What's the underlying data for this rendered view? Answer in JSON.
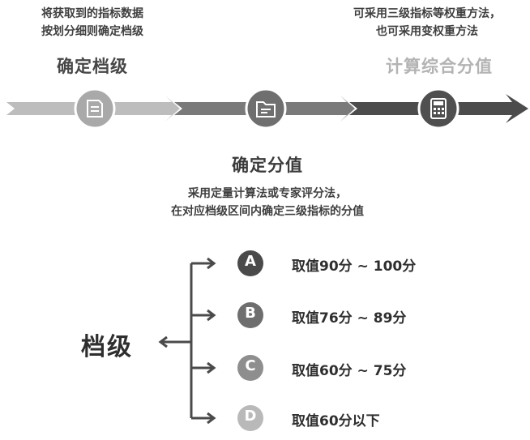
{
  "steps": [
    {
      "title": "确定档级",
      "desc_lines": [
        "将获取到的指标数据",
        "按划分细则确定档级"
      ],
      "icon": "document-icon",
      "color": "#a9a9a9",
      "title_color": "#474747"
    },
    {
      "title": "确定分值",
      "desc_lines": [
        "采用定量计算法或专家评分法，",
        "在对应档级区间内确定三级指标的分值"
      ],
      "icon": "folder-icon",
      "color": "#6f6f6f",
      "title_color": "#3a3a3a"
    },
    {
      "title": "计算综合分值",
      "desc_lines": [
        "可采用三级指标等权重方法，",
        "也可采用变权重方法"
      ],
      "icon": "calculator-icon",
      "color": "#4f4f4f",
      "title_color": "#b3b3b3"
    }
  ],
  "grades": {
    "root_label": "档级",
    "items": [
      {
        "letter": "A",
        "text": "取值90分 ~ 100分",
        "color": "#4a4a4a"
      },
      {
        "letter": "B",
        "text": "取值76分 ~ 89分",
        "color": "#6e6e6e"
      },
      {
        "letter": "C",
        "text": "取值60分 ~ 75分",
        "color": "#8e8e8e"
      },
      {
        "letter": "D",
        "text": "取值60分以下",
        "color": "#b9b9b9"
      }
    ]
  }
}
